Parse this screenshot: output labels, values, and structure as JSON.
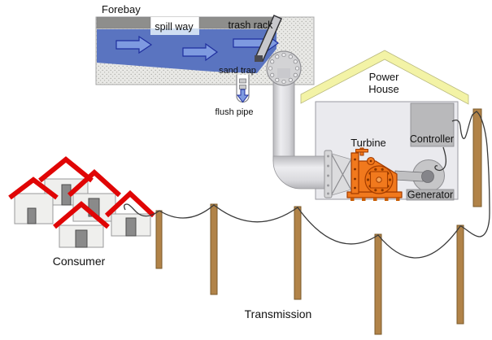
{
  "labels": {
    "forebay": "Forebay",
    "spill_way": "spill way",
    "trash_rack": "trash rack",
    "sand_trap": "sand trap",
    "flush_pipe": "flush pipe",
    "power_house_line1": "Power",
    "power_house_line2": "House",
    "turbine": "Turbine",
    "controller": "Controller",
    "generator": "Generator",
    "consumer": "Consumer",
    "transmission": "Transmission"
  },
  "structure": {
    "consumer_house_count": 5,
    "transmission_pole_count": 5,
    "powerhouse_pole_count": 1,
    "flow_arrow_count": 3
  },
  "colors": {
    "water_blue": "#5a74c0",
    "spillway_light_blue": "#cfdef2",
    "flow_arrow_fill": "#7e9ae0",
    "flow_arrow_outline": "#1f2f9e",
    "concrete_wall_gray": "#8e8e8c",
    "sediment_stipple": "#e9e9e6",
    "pipe_gray": "#d6d6da",
    "powerhouse_roof_yellow": "#f3f3a6",
    "powerhouse_body": "#eaeaee",
    "turbine_orange": "#f1791d",
    "turbine_outline": "#a33c00",
    "consumer_roof_red": "#e00505",
    "house_body": "#efefed",
    "door_gray": "#8a8a8a",
    "pole_brown": "#b18348",
    "wire_dark": "#3a3a3a",
    "controller_gray": "#b9b9bb",
    "generator_gray": "#c6c6c8"
  }
}
